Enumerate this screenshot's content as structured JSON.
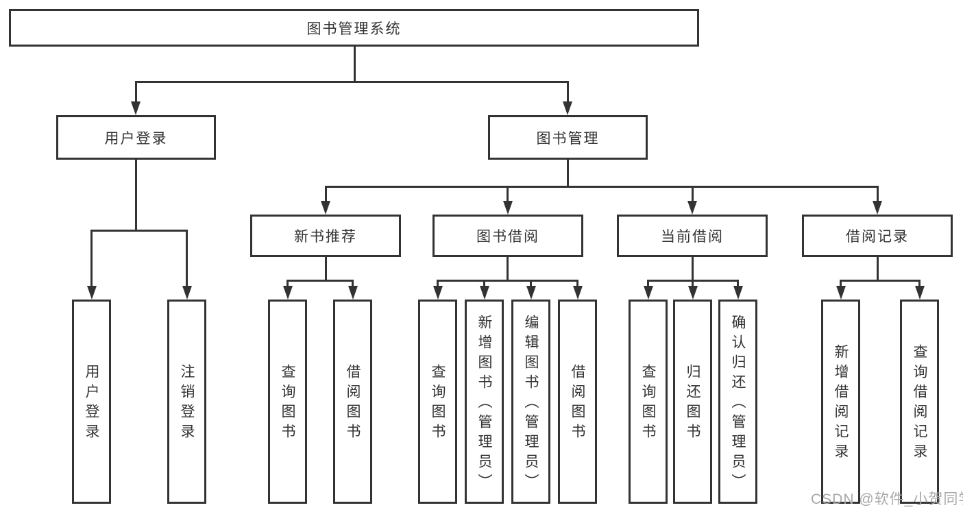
{
  "tree": {
    "root": "图书管理系统",
    "user_login": {
      "label": "用户登录",
      "children": [
        "用户登录",
        "注销登录"
      ]
    },
    "book_mgmt": {
      "label": "图书管理",
      "new_book": {
        "label": "新书推荐",
        "children": [
          "查询图书",
          "借阅图书"
        ]
      },
      "book_borrow": {
        "label": "图书借阅",
        "children": [
          "查询图书",
          "新增图书（管理员）",
          "编辑图书（管理员）",
          "借阅图书"
        ]
      },
      "current_borrow": {
        "label": "当前借阅",
        "children": [
          "查询图书",
          "归还图书",
          "确认归还（管理员）"
        ]
      },
      "borrow_record": {
        "label": "借阅记录",
        "children": [
          "新增借阅记录",
          "查询借阅记录"
        ]
      }
    }
  },
  "watermark": "CSDN @软件_小贺同学",
  "colors": {
    "line": "#333333",
    "text": "#333333",
    "box_background": "#ffffff",
    "page_background": "#ffffff",
    "watermark": "#a8a8a8"
  }
}
